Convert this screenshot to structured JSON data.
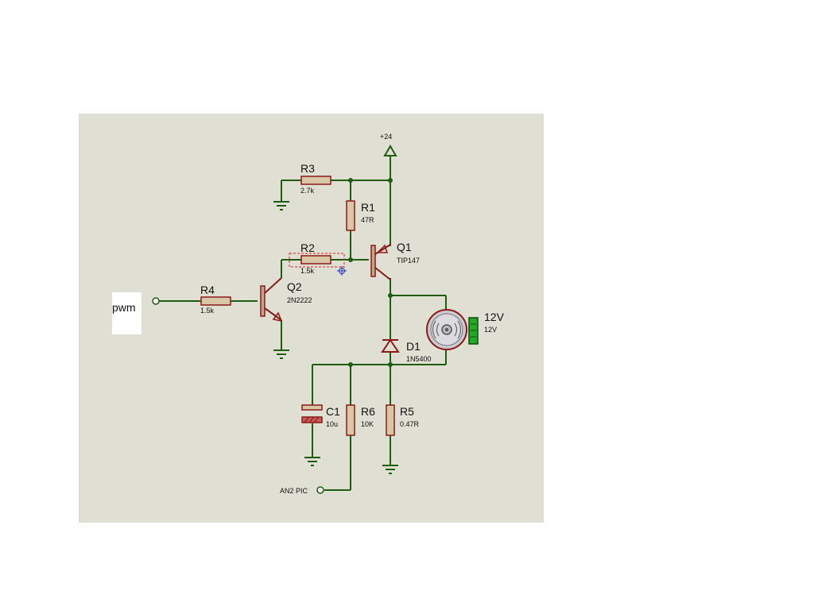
{
  "colors": {
    "canvas": "#dfdfd3",
    "wire": "#1f5d12",
    "component": "#8b1a1a",
    "resistor_body": "#d9c6a5",
    "battery_fill": "#22aa22"
  },
  "power": {
    "label": "+24"
  },
  "terminals": {
    "pwm": "pwm",
    "an2": "AN2 PIC"
  },
  "components": {
    "R1": {
      "ref": "R1",
      "value": "47R"
    },
    "R2": {
      "ref": "R2",
      "value": "1.5k"
    },
    "R3": {
      "ref": "R3",
      "value": "2.7k"
    },
    "R4": {
      "ref": "R4",
      "value": "1.5k"
    },
    "R5": {
      "ref": "R5",
      "value": "0.47R"
    },
    "R6": {
      "ref": "R6",
      "value": "10K"
    },
    "C1": {
      "ref": "C1",
      "value": "10u"
    },
    "D1": {
      "ref": "D1",
      "value": "1N5400"
    },
    "Q1": {
      "ref": "Q1",
      "value": "TIP147"
    },
    "Q2": {
      "ref": "Q2",
      "value": "2N2222"
    },
    "MOTOR": {
      "ref": "12V",
      "value": "12V"
    }
  }
}
